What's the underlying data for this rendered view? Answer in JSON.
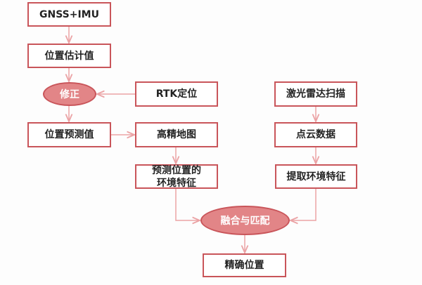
{
  "nodes": {
    "gnss_imu": "GNSS+IMU",
    "position_estimate": "位置估计值",
    "correction": "修正",
    "rtk": "RTK定位",
    "position_prediction": "位置预测值",
    "hd_map": "高精地图",
    "predicted_features_line1": "预测位置的",
    "predicted_features_line2": "环境特征",
    "lidar_scan": "激光雷达扫描",
    "point_cloud": "点云数据",
    "extract_features": "提取环境特征",
    "fusion_matching": "融合与匹配",
    "precise_position": "精确位置"
  },
  "colors": {
    "border": "#c9555a",
    "ellipse_fill": "#e28587",
    "connector": "#eba3a5"
  }
}
